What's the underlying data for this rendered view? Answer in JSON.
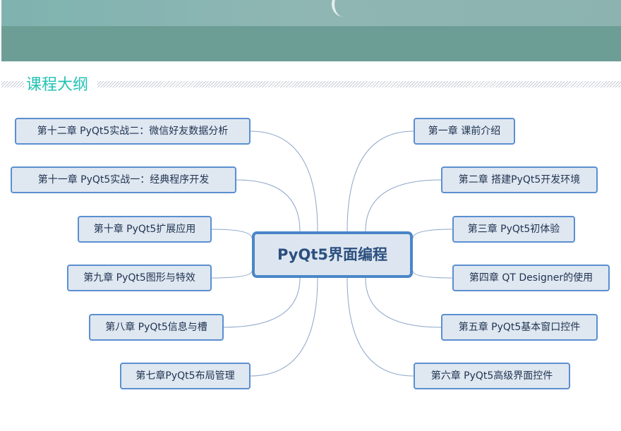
{
  "section_title": "课程大纲",
  "center": "PyQt5界面编程",
  "left_nodes": [
    "第十二章 PyQt5实战二：微信好友数据分析",
    "第十一章 PyQt5实战一：经典程序开发",
    "第十章 PyQt5扩展应用",
    "第九章 PyQt5图形与特效",
    "第八章 PyQt5信息与槽",
    "第七章PyQt5布局管理"
  ],
  "right_nodes": [
    "第一章 课前介绍",
    "第二章 搭建PyQt5开发环境",
    "第三章 PyQt5初体验",
    "第四章 QT Designer的使用",
    "第五章 PyQt5基本窗口控件",
    "第六章 PyQt5高级界面控件"
  ],
  "colors": {
    "accent": "#22c2b4",
    "node_border": "#5b8fd0",
    "node_fill": "#dfe7f1",
    "line": "#8da6c8"
  }
}
